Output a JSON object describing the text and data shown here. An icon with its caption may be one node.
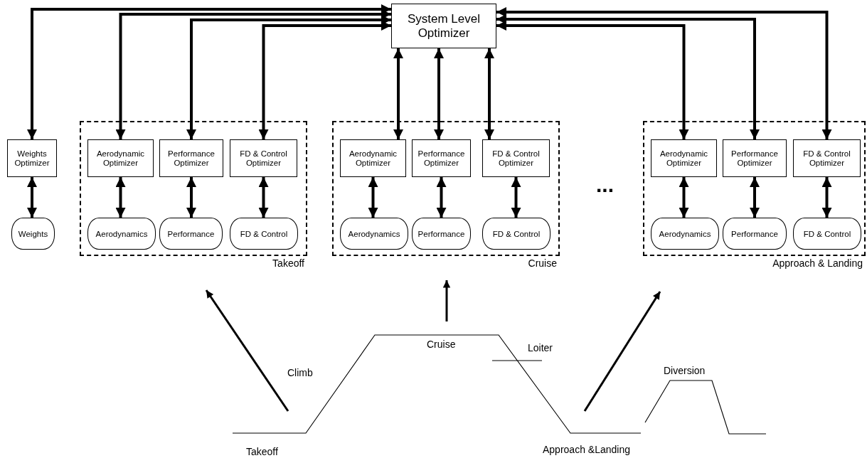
{
  "diagram": {
    "nodes": [
      {
        "text": [
          "System Level Optimizer"
        ]
      },
      {
        "text": [
          "Weights Optimizer"
        ]
      },
      {
        "text": [
          "Weights"
        ]
      },
      {
        "text": [
          "Takeoff"
        ]
      },
      {
        "text": [
          "Aerodynamic Optimizer"
        ],
        "in": 3
      },
      {
        "text": [
          "Performance Optimizer"
        ],
        "in": 3
      },
      {
        "text": [
          "FD & Control Optimizer"
        ],
        "in": 3
      },
      {
        "text": [
          "Aerodynamics"
        ],
        "in": 3
      },
      {
        "text": [
          "Performance"
        ],
        "in": 3
      },
      {
        "text": [
          "FD & Control"
        ],
        "in": 3
      },
      {
        "text": [
          "Cruise"
        ]
      },
      {
        "text": [
          "Aerodynamic Optimizer"
        ],
        "in": 10
      },
      {
        "text": [
          "Performance Optimizer"
        ],
        "in": 10
      },
      {
        "text": [
          "FD & Control Optimizer"
        ],
        "in": 10
      },
      {
        "text": [
          "Aerodynamics"
        ],
        "in": 10
      },
      {
        "text": [
          "Performance"
        ],
        "in": 10
      },
      {
        "text": [
          "FD & Control"
        ],
        "in": 10
      },
      {
        "text": [
          "Approach & Landing"
        ]
      },
      {
        "text": [
          "Aerodynamic Optimizer"
        ],
        "in": 17
      },
      {
        "text": [
          "Performance Optimizer"
        ],
        "in": 17
      },
      {
        "text": [
          "FD & Control Optimizer"
        ],
        "in": 17
      },
      {
        "text": [
          "Aerodynamics"
        ],
        "in": 17
      },
      {
        "text": [
          "Performance"
        ],
        "in": 17
      },
      {
        "text": [
          "FD & Control"
        ],
        "in": 17
      }
    ],
    "edges": [
      {
        "from": 0,
        "to": 1,
        "arrow": "both"
      },
      {
        "from": 0,
        "to": 4,
        "arrow": "both"
      },
      {
        "from": 0,
        "to": 5,
        "arrow": "both"
      },
      {
        "from": 0,
        "to": 6,
        "arrow": "both"
      },
      {
        "from": 0,
        "to": 11,
        "arrow": "both"
      },
      {
        "from": 0,
        "to": 12,
        "arrow": "both"
      },
      {
        "from": 0,
        "to": 13,
        "arrow": "both"
      },
      {
        "from": 0,
        "to": 18,
        "arrow": "both"
      },
      {
        "from": 0,
        "to": 19,
        "arrow": "both"
      },
      {
        "from": 0,
        "to": 20,
        "arrow": "both"
      },
      {
        "from": 1,
        "to": 2,
        "arrow": "both"
      },
      {
        "from": 4,
        "to": 7,
        "arrow": "both"
      },
      {
        "from": 5,
        "to": 8,
        "arrow": "both"
      },
      {
        "from": 6,
        "to": 9,
        "arrow": "both"
      },
      {
        "from": 11,
        "to": 14,
        "arrow": "both"
      },
      {
        "from": 12,
        "to": 15,
        "arrow": "both"
      },
      {
        "from": 13,
        "to": 16,
        "arrow": "both"
      },
      {
        "from": 18,
        "to": 21,
        "arrow": "both"
      },
      {
        "from": 19,
        "to": 22,
        "arrow": "both"
      },
      {
        "from": 20,
        "to": 23,
        "arrow": "both"
      },
      {
        "from": null,
        "to": 3,
        "arrow": "to"
      },
      {
        "from": null,
        "to": 10,
        "arrow": "to"
      },
      {
        "from": null,
        "to": 17,
        "arrow": "to"
      }
    ],
    "labels": [
      "...",
      "Cruise",
      "Loiter",
      "Climb",
      "Diversion",
      "Takeoff",
      "Approach &Landing"
    ]
  }
}
